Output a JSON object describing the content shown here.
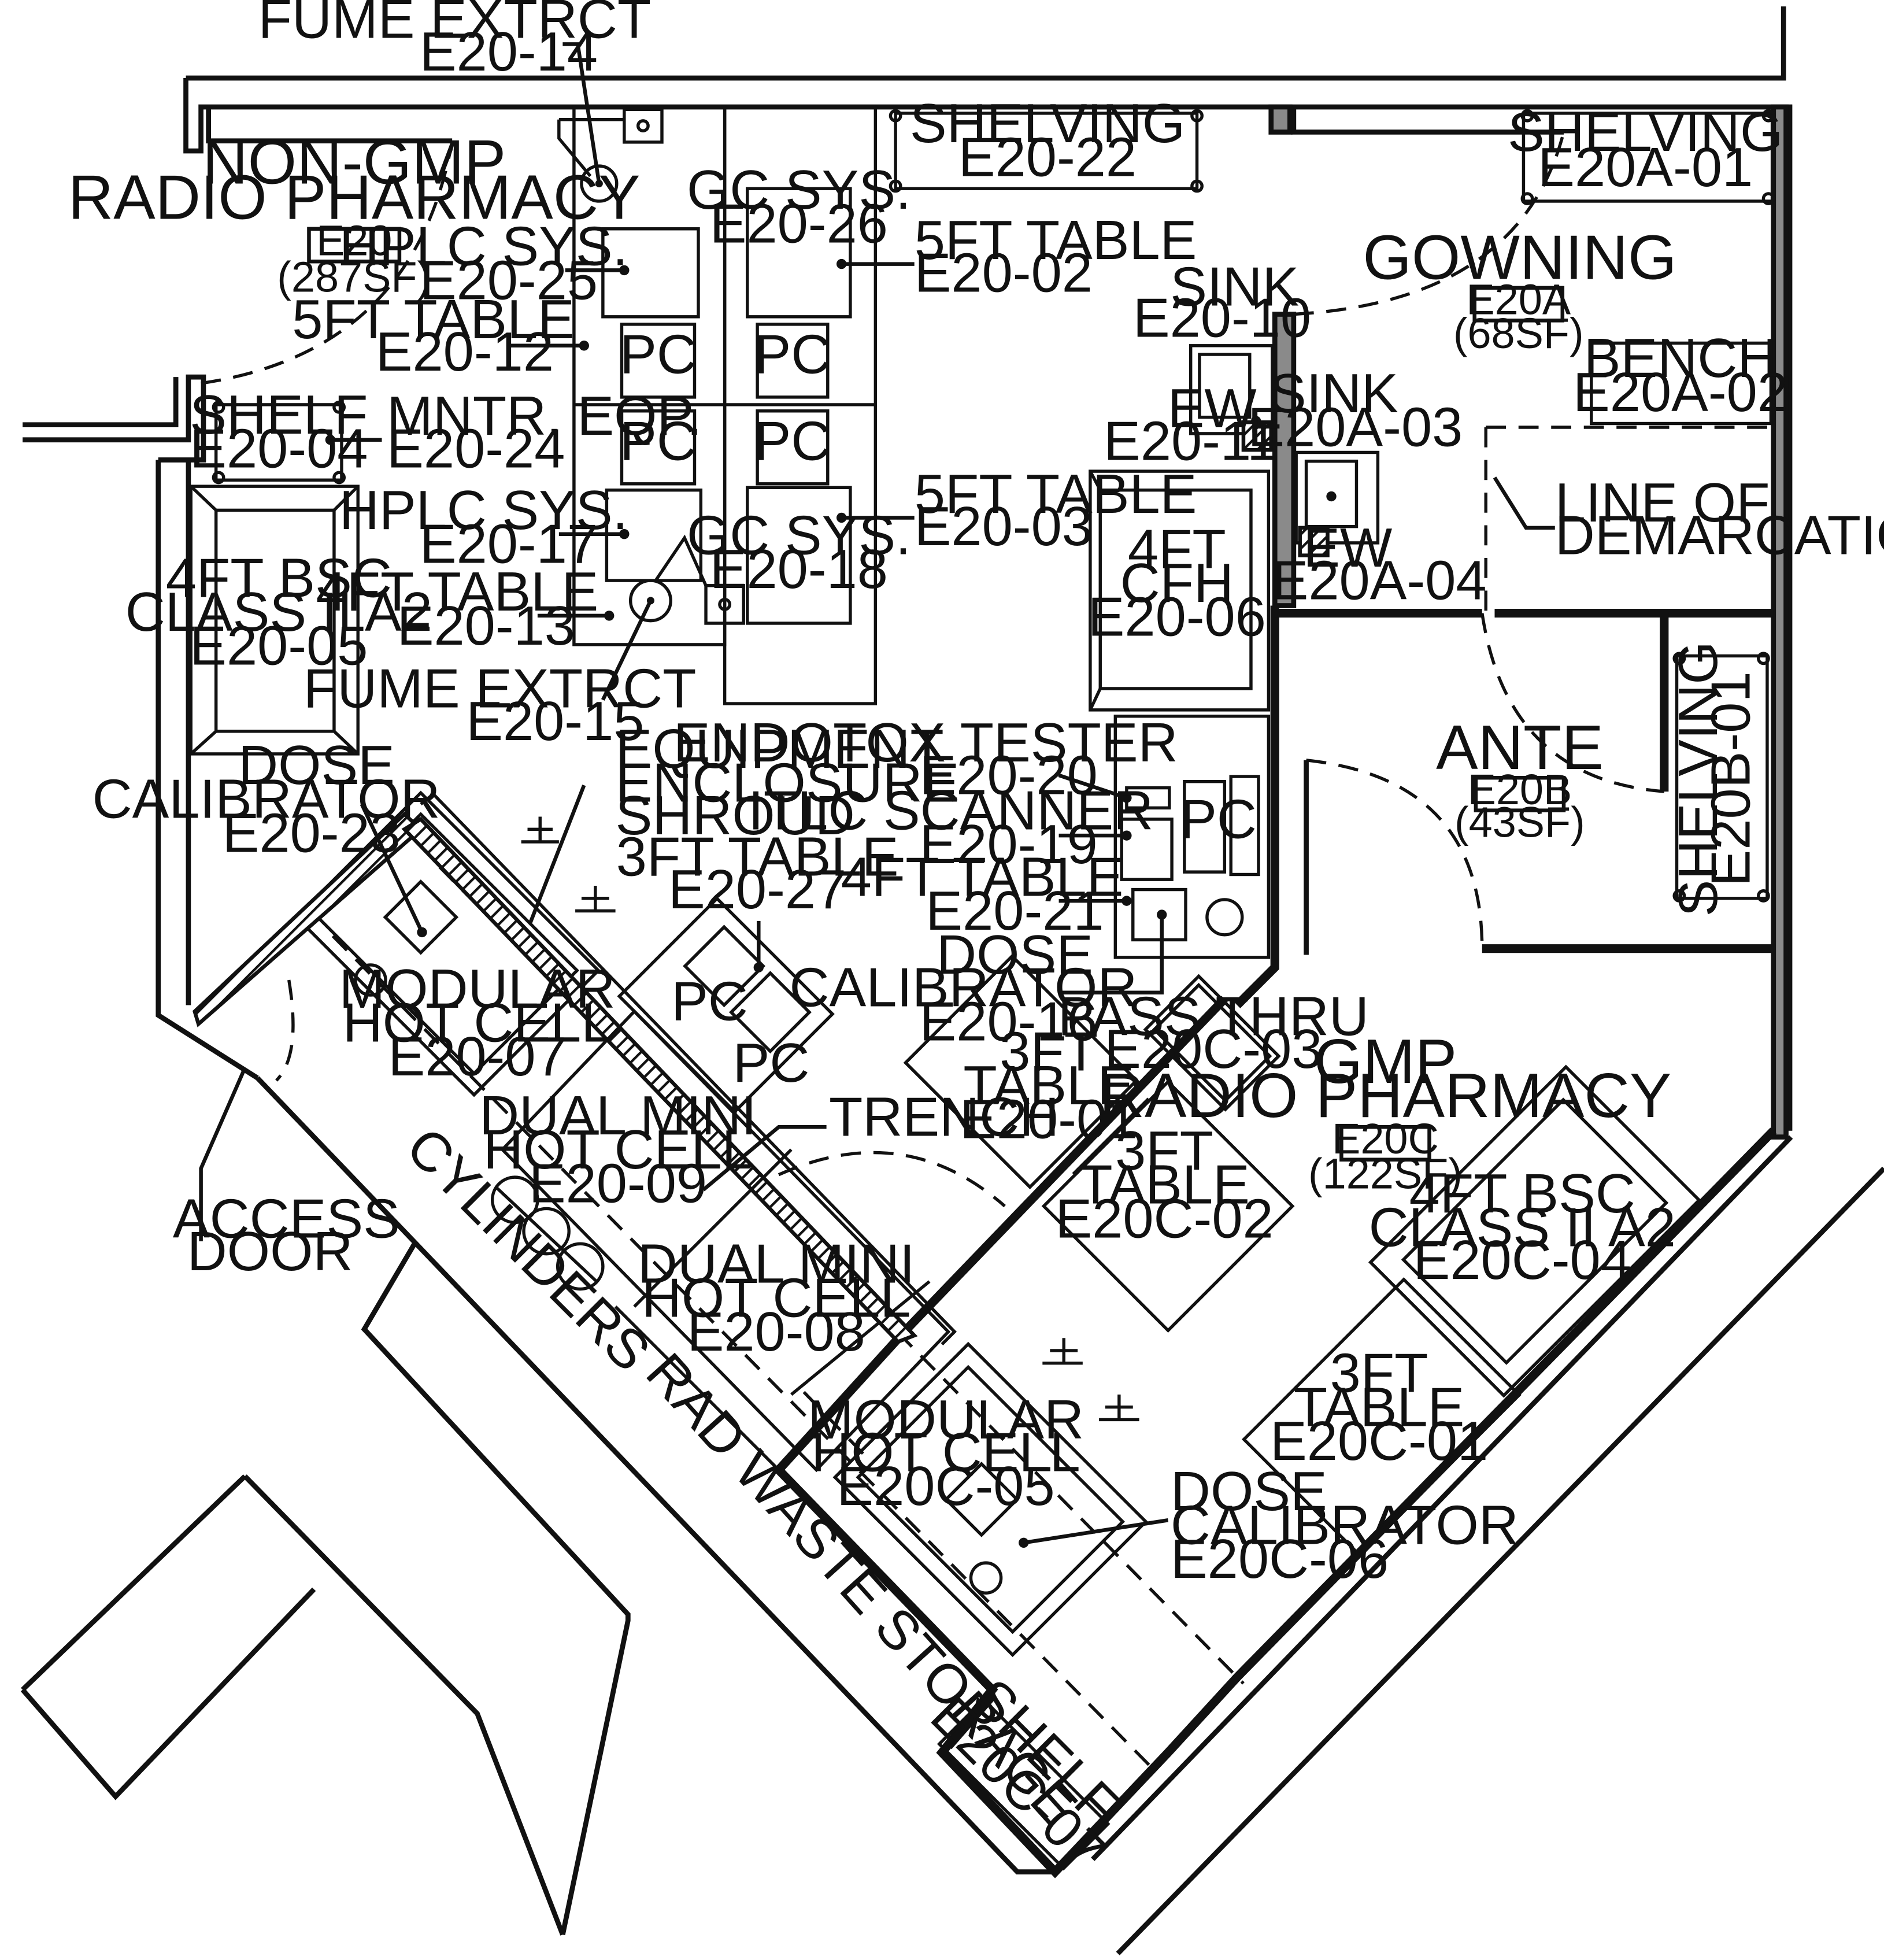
{
  "rooms": {
    "non_gmp": {
      "name_line1": "NON-GMP",
      "name_line2": "RADIO PHARMACY",
      "tag": "E20",
      "area": "(287SF)"
    },
    "gowning": {
      "name": "GOWNING",
      "tag": "E20A",
      "area": "(68SF)"
    },
    "ante": {
      "name": "ANTE",
      "tag": "E20B",
      "area": "(43SF)"
    },
    "gmp": {
      "name_line1": "GMP",
      "name_line2": "RADIO PHARMACY",
      "tag": "E20C",
      "area": "(122SF)"
    }
  },
  "equipment": {
    "fume_e20_14": {
      "l1": "FUME EXTRCT",
      "l2": "E20-14"
    },
    "shelving_e20_22": {
      "l1": "SHELVING",
      "l2": "E20-22"
    },
    "shelving_e20a_01": {
      "l1": "SHELVING",
      "l2": "E20A-01"
    },
    "gc_e20_26": {
      "l1": "GC SYS.",
      "l2": "E20-26"
    },
    "table_e20_02": {
      "l1": "5FT TABLE",
      "l2": "E20-02"
    },
    "hplc_e20_25": {
      "l1": "HPLC SYS.",
      "l2": "E20-25"
    },
    "table_e20_12": {
      "l1": "5FT TABLE",
      "l2": "E20-12"
    },
    "sink_e20_10": {
      "l1": "SINK",
      "l2": "E20-10"
    },
    "ew_e20_11": {
      "l1": "EW",
      "l2": "E20-11"
    },
    "sink_e20a_03": {
      "l1": "SINK",
      "l2": "E20A-03"
    },
    "bench_e20a_02": {
      "l1": "BENCH",
      "l2": "E20A-02"
    },
    "shelf_e20_04": {
      "l1": "SHELF",
      "l2": "E20-04"
    },
    "mntr_e20_24": {
      "l1": "MNTR. EQP.",
      "l2": "E20-24"
    },
    "line_demarcation": {
      "l1": "LINE OF",
      "l2": "DEMARCATION"
    },
    "hplc_e20_17": {
      "l1": "HPLC SYS.",
      "l2": "E20-17"
    },
    "table_e20_03": {
      "l1": "5FT TABLE",
      "l2": "E20-03"
    },
    "gc_e20_18": {
      "l1": "GC SYS.",
      "l2": "E20-18"
    },
    "cfh_e20_06": {
      "l1": "4FT",
      "l2": "CFH",
      "l3": "E20-06"
    },
    "ew_e20a_04": {
      "l1": "EW",
      "l2": "E20A-04"
    },
    "table_e20_13": {
      "l1": "4FT TABLE",
      "l2": "E20-13"
    },
    "bsc_e20_05": {
      "l1": "4FT BSC",
      "l2": "CLASS II A2",
      "l3": "E20-05"
    },
    "fume_e20_15": {
      "l1": "FUME EXTRCT",
      "l2": "E20-15"
    },
    "dose_e20_23": {
      "l1": "DOSE",
      "l2": "CALIBRATOR",
      "l3": "E20-23"
    },
    "enclosure": {
      "l1": "EQUIPMENT",
      "l2": "ENCLOSURE",
      "l3": "SHROUD"
    },
    "endotox_e20_20": {
      "l1": "ENDOTOX TESTER",
      "l2": "E20-20"
    },
    "itlc_e20_19": {
      "l1": "ITLC SCANNER",
      "l2": "E20-19"
    },
    "table_e20_21": {
      "l1": "4FT TABLE",
      "l2": "E20-21"
    },
    "table_e20_27": {
      "l1": "3FT TABLE",
      "l2": "E20-27"
    },
    "shelving_e20b_01": {
      "l1": "SHELVING",
      "l2": "E20B-01"
    },
    "dose_e20_16": {
      "l1": "DOSE",
      "l2": "CALIBRATOR",
      "l3": "E20-16"
    },
    "passthru_e20c_03": {
      "l1": "PASS THRU",
      "l2": "E20C-03"
    },
    "hotcell_e20_07": {
      "l1": "MODULAR",
      "l2": "HOT CELL",
      "l3": "E20-07"
    },
    "table_e20_01": {
      "l1": "3FT",
      "l2": "TABLE",
      "l3": "E20-01"
    },
    "trench": {
      "l1": "TRENCH"
    },
    "mini_e20_09": {
      "l1": "DUAL MINI",
      "l2": "HOT CELL",
      "l3": "E20-09"
    },
    "table_e20c_02": {
      "l1": "3FT",
      "l2": "TABLE",
      "l3": "E20C-02"
    },
    "bsc_e20c_04": {
      "l1": "4FT BSC",
      "l2": "CLASS II A2",
      "l3": "E20C-04"
    },
    "access_door": {
      "l1": "ACCESS",
      "l2": "DOOR"
    },
    "cylinders": {
      "l1": "CYLINDERS"
    },
    "mini_e20_08": {
      "l1": "DUAL MINI",
      "l2": "HOT CELL",
      "l3": "E20-08"
    },
    "table_e20c_01": {
      "l1": "3FT",
      "l2": "TABLE",
      "l3": "E20C-01"
    },
    "hotcell_e20c_05": {
      "l1": "MODULAR",
      "l2": "HOT CELL",
      "l3": "E20C-05"
    },
    "dose_e20c_06": {
      "l1": "DOSE",
      "l2": "CALIBRATOR",
      "l3": "E20C-06"
    },
    "rad_waste": {
      "l1": "RAD WASTE STORAGE"
    },
    "shelf_e20c_07": {
      "l1": "SHELF",
      "l2": "E20C-07"
    }
  },
  "pc_label": "PC"
}
